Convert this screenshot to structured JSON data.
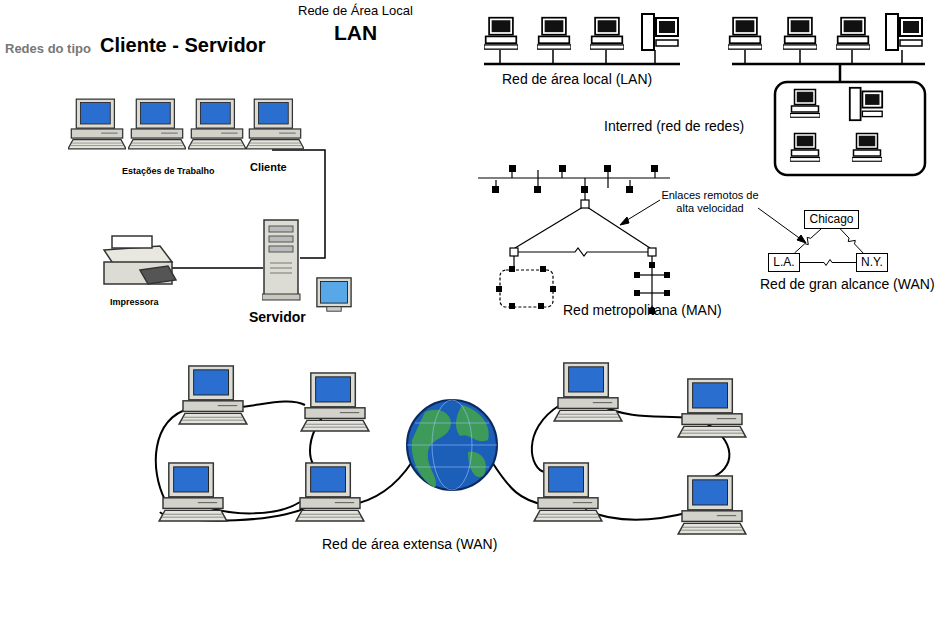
{
  "diagram": {
    "nodes": [
      {
        "text": [
          "Chicago"
        ]
      },
      {
        "text": [
          "L.A."
        ]
      },
      {
        "text": [
          "N.Y."
        ]
      }
    ],
    "edges": [
      {
        "from": 0,
        "to": 1,
        "arrow": "none"
      },
      {
        "from": 0,
        "to": 2,
        "arrow": "none"
      },
      {
        "from": 1,
        "to": 2,
        "arrow": "none"
      }
    ],
    "labels": [
      "Redes do tipo",
      "Cliente - Servidor",
      "Rede de Área Local",
      "LAN",
      "Estações de Trabalho",
      "Cliente",
      "Impressora",
      "Servidor",
      "Red de área local (LAN)",
      "Interred (red de redes)",
      "Enlaces remotos de alta velocidad",
      "Red metropolitana (MAN)",
      "Red de gran alcance (WAN)",
      "Red de área extensa (WAN)"
    ]
  }
}
